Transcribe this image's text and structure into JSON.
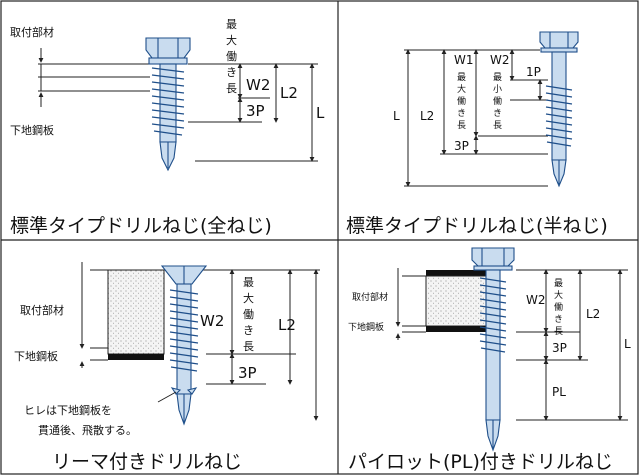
{
  "panels": {
    "tl": {
      "caption": "標準タイプドリルねじ(全ねじ)",
      "material": "取付部材",
      "base": "下地鋼板",
      "max_work_len": [
        "最",
        "大",
        "働",
        "き",
        "長"
      ],
      "w2": "W2",
      "p3": "3P",
      "l2": "L2",
      "l": "L"
    },
    "tr": {
      "caption": "標準タイプドリルねじ(半ねじ)",
      "w1": "W1",
      "w2": "W2",
      "max_work_len": [
        "最",
        "大",
        "働",
        "き",
        "長"
      ],
      "min_work_len": [
        "最",
        "小",
        "働",
        "き",
        "長"
      ],
      "p1": "1P",
      "p3": "3P",
      "l2": "L2",
      "l": "L"
    },
    "bl": {
      "caption": "リーマ付きドリルねじ",
      "material": "取付部材",
      "base": "下地鋼板",
      "max_work_len": [
        "最",
        "大",
        "働",
        "き",
        "長"
      ],
      "w2": "W2",
      "p3": "3P",
      "l2": "L2",
      "note_line1": "ヒレは下地鋼板を",
      "note_line2": "貫通後、飛散する。"
    },
    "br": {
      "caption": "パイロット(PL)付きドリルねじ",
      "material": "取付部材",
      "base": "下地鋼板",
      "max_work_len": [
        "最",
        "大",
        "働",
        "き",
        "長"
      ],
      "w2": "W2",
      "p3": "3P",
      "pl": "PL",
      "l2": "L2",
      "l": "L"
    }
  },
  "colors": {
    "screw_fill": "#c9dcef",
    "screw_stroke": "#1f4f8a",
    "line": "#222222",
    "steel_plate": "#111111",
    "material_fill": "#f1f1f1"
  }
}
